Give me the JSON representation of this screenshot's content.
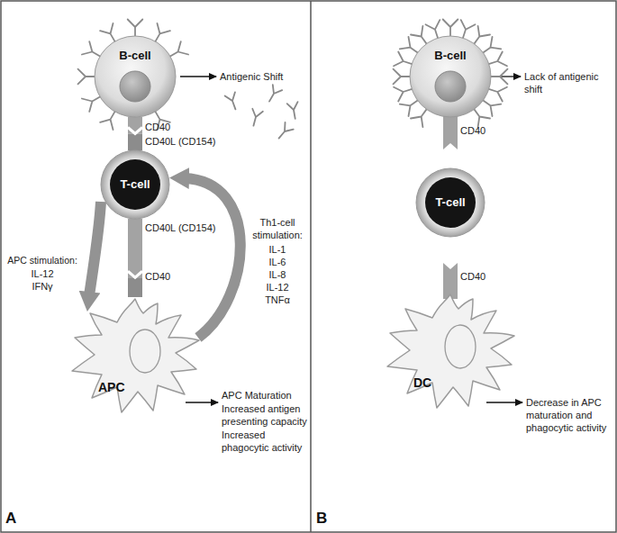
{
  "diagram": {
    "nodes": [
      {
        "text": [
          "B-cell"
        ]
      },
      {
        "text": [
          "T-cell"
        ]
      },
      {
        "text": [
          "APC"
        ]
      },
      {
        "text": [
          "B-cell"
        ]
      },
      {
        "text": [
          "T-cell"
        ]
      },
      {
        "text": [
          "DC"
        ]
      }
    ],
    "edges": [
      {
        "from": 0,
        "to": 1,
        "arrow": "none"
      },
      {
        "from": 1,
        "to": 2,
        "arrow": "none"
      },
      {
        "from": 1,
        "to": 2,
        "arrow": "to",
        "label": "APC stimulation:"
      },
      {
        "from": 2,
        "to": 1,
        "arrow": "to",
        "label": "Th1-cell stimulation:"
      }
    ],
    "labels": [
      "Antigenic Shift",
      "CD40",
      "CD40L (CD154)",
      "IL-12",
      "IFNγ",
      "IL-1",
      "IL-6",
      "IL-8",
      "IL-12",
      "TNFα",
      "CD40L (CD154)",
      "CD40",
      "APC Maturation",
      "Increased antigen presenting capacity",
      "Increased phagocytic activity",
      "A",
      "Lack of antigenic shift",
      "CD40",
      "CD40",
      "Decrease in APC maturation and phagocytic activity",
      "B"
    ]
  }
}
